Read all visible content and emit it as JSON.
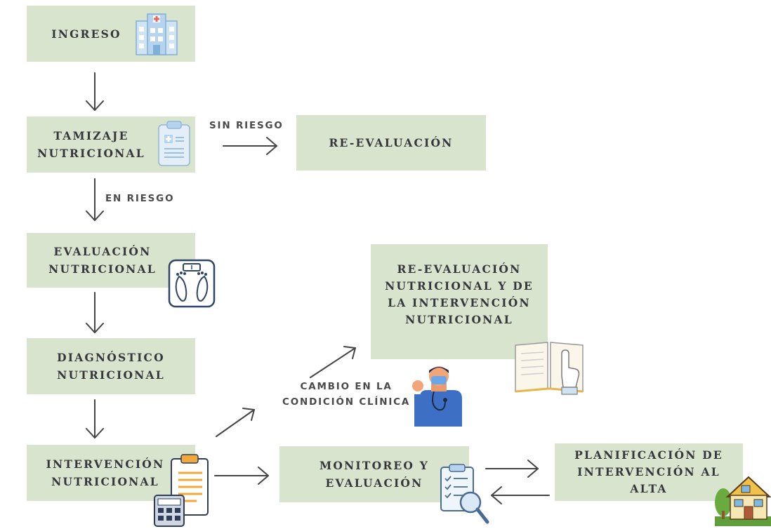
{
  "colors": {
    "box_fill": "#d9e4cf",
    "text": "#36373a",
    "arrow": "#444444"
  },
  "boxes": {
    "ingreso": "INGRESO",
    "tamizaje": "TAMIZAJE\nNUTRICIONAL",
    "reevaluacion": "RE-EVALUACIÓN",
    "evaluacion": "EVALUACIÓN\nNUTRICIONAL",
    "diagnostico": "DIAGNÓSTICO\nNUTRICIONAL",
    "intervencion": "INTERVENCIÓN\nNUTRICIONAL",
    "monitoreo": "MONITOREO Y\nEVALUACIÓN",
    "planificacion": "PLANIFICACIÓN DE\nINTERVENCIÓN AL\nALTA",
    "reeval_nutricional": "RE-EVALUACIÓN\nNUTRICIONAL Y DE\nLA INTERVENCIÓN\nNUTRICIONAL"
  },
  "labels": {
    "sin_riesgo": "SIN RIESGO",
    "en_riesgo": "EN RIESGO",
    "cambio": "CAMBIO EN LA\nCONDICIÓN CLÍNICA"
  },
  "icons": {
    "ingreso": "hospital-icon",
    "tamizaje": "clipboard-icon",
    "evaluacion": "scale-icon",
    "reeval": "book-icon",
    "cambio": "doctor-icon",
    "intervencion": "clipboard-calculator-icon",
    "monitoreo": "checklist-magnifier-icon",
    "planificacion": "house-icon"
  }
}
